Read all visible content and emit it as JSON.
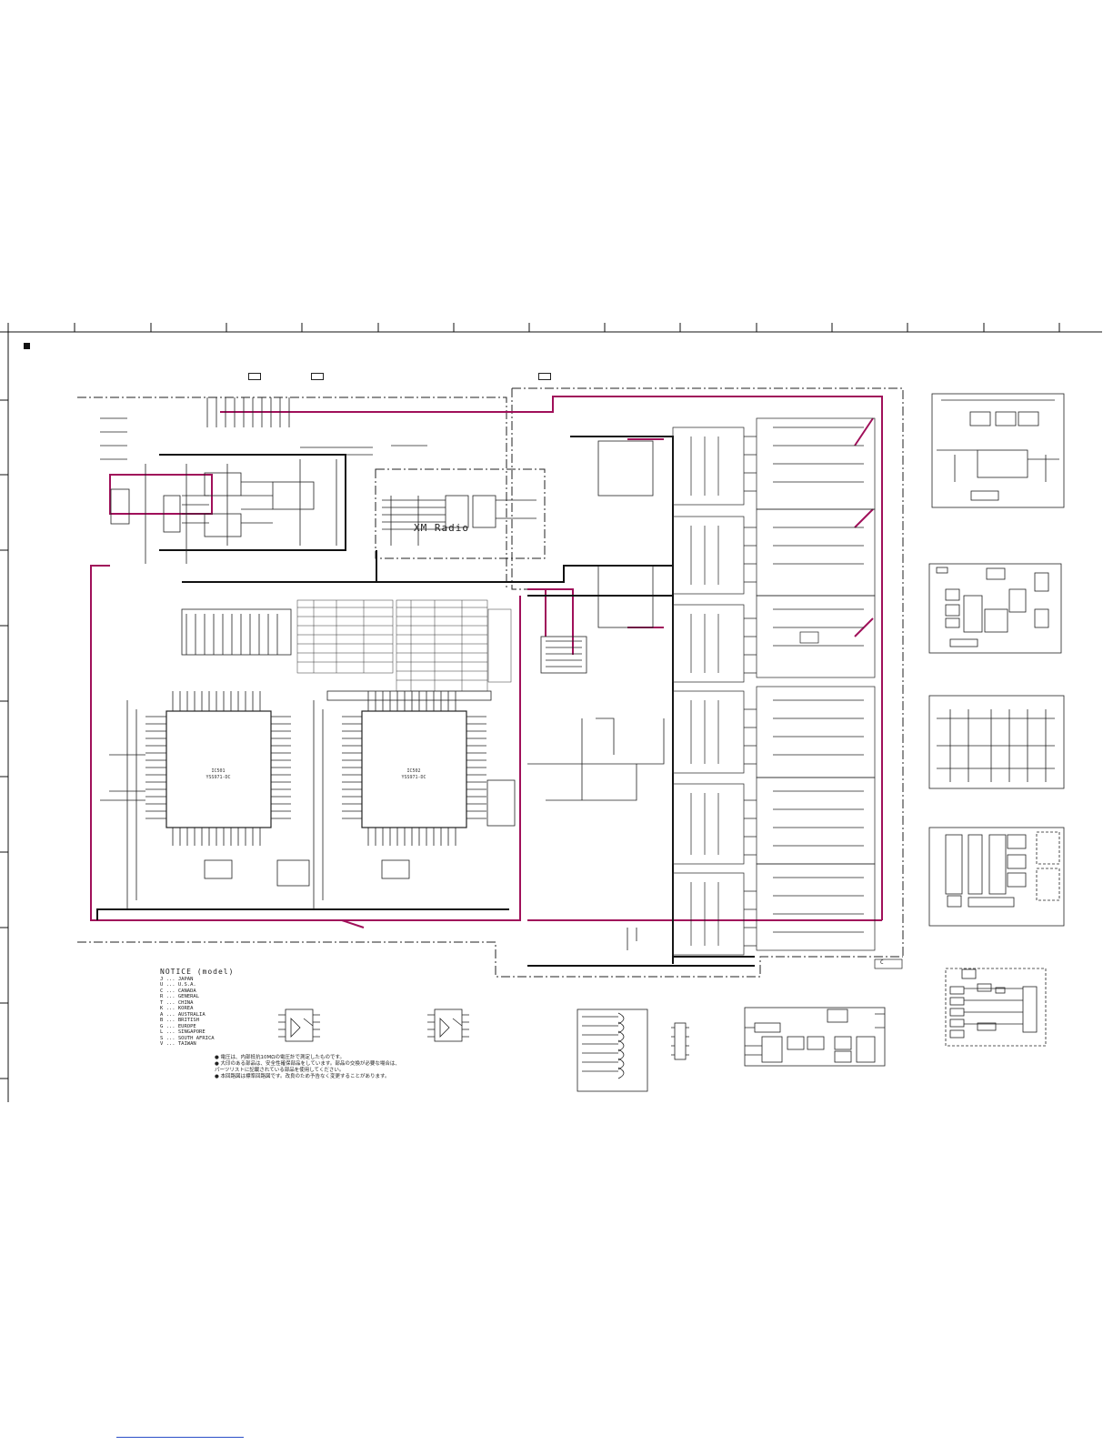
{
  "page": {
    "xm_radio_label": "XM Radio",
    "bottom_right_tag": "C"
  },
  "ic_labels": {
    "dsp_left_name": "IC501",
    "dsp_left_part": "YSS971-DC",
    "dsp_right_name": "IC502",
    "dsp_right_part": "YSS971-DC"
  },
  "notice": {
    "title": "NOTICE (model)",
    "lines": [
      "J ... JAPAN",
      "U ... U.S.A.",
      "C ... CANADA",
      "R ... GENERAL",
      "T ... CHINA",
      "K ... KOREA",
      "A ... AUSTRALIA",
      "B ... BRITISH",
      "G ... EUROPE",
      "L ... SINGAPORE",
      "S ... SOUTH AFRICA",
      "V ... TAIWAN"
    ]
  },
  "notes": [
    "● 電圧は、内部抵抗10MΩの電圧計で測定したものです。",
    "● 大印のある部品は、安全性確保部品をしています。部品の交換が必要な場合は、",
    "  パーツリストに記載されている部品を使用してください。",
    "● 本回路図は標準回路図です。改良のため予告なく変更することがあります。"
  ],
  "colors": {
    "signal_magenta": "#a0105a",
    "line_black": "#111111",
    "link_blue": "#2b4fc7"
  }
}
